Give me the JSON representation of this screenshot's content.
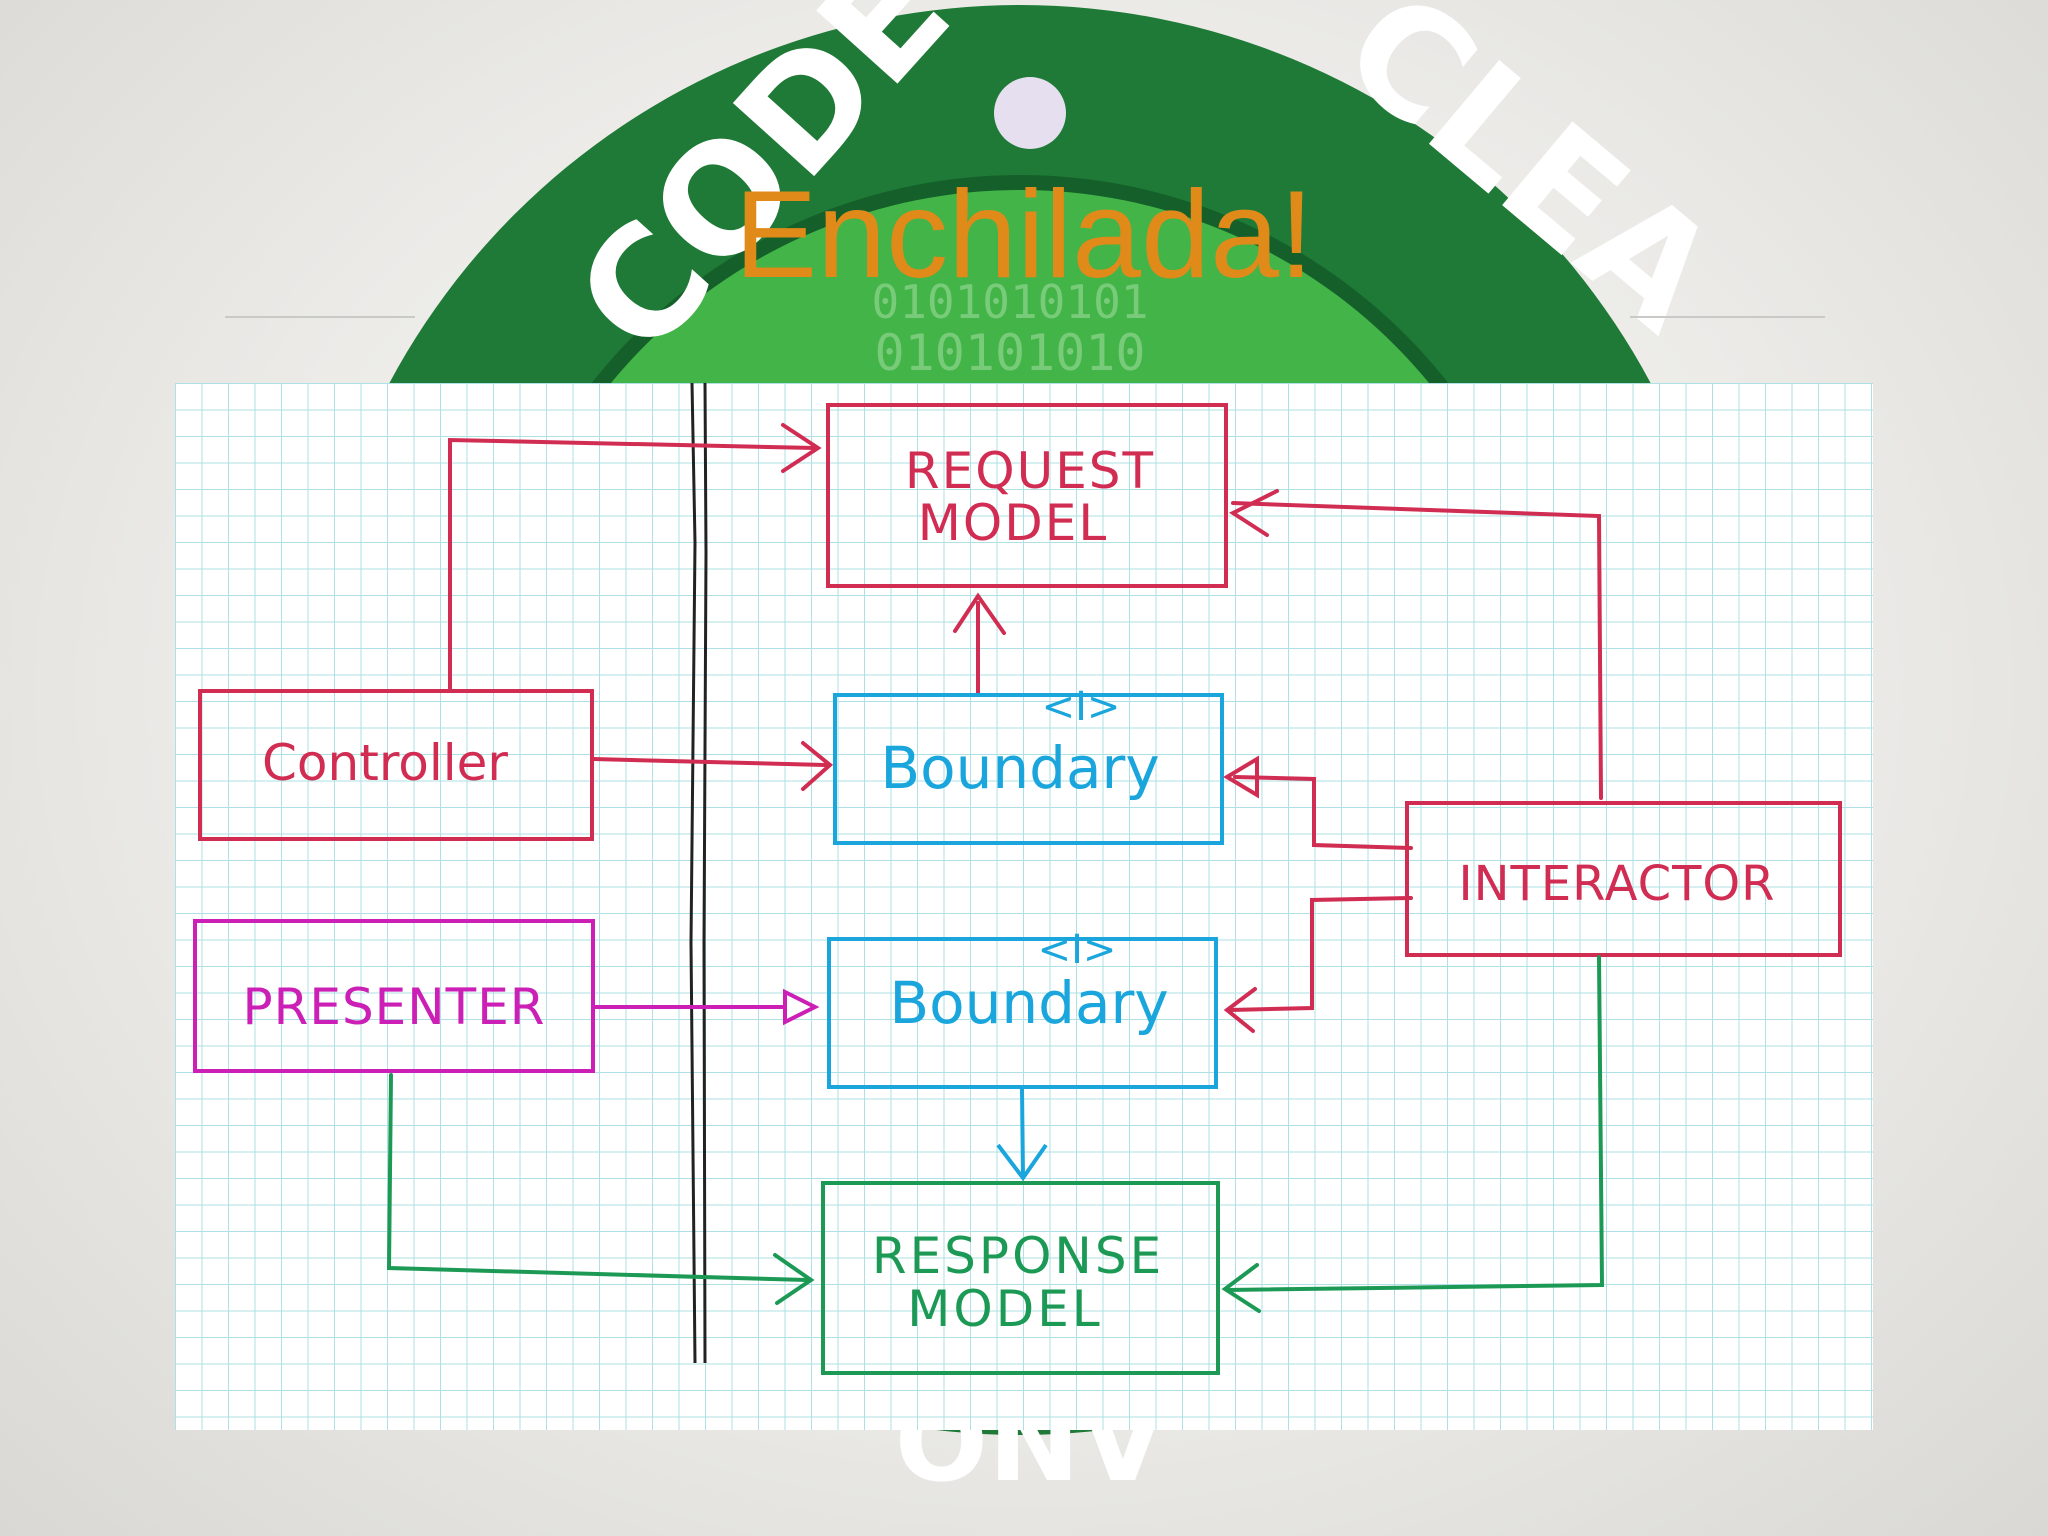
{
  "slide": {
    "title": "Enchilada!"
  },
  "badge": {
    "ring_text_left": "CODE",
    "ring_text_right": "CLEA",
    "ring_text_bottom": "ONV",
    "binary_line_1": "0101010101",
    "binary_line_2": "010101010",
    "colors": {
      "ring": "#1e7a36",
      "ring_dark": "#15602a",
      "center": "#43b447",
      "lettering": "#ffffff"
    }
  },
  "diagram": {
    "boxes": {
      "request_model": [
        "REQUEST",
        "MODEL"
      ],
      "controller": "Controller",
      "input_boundary": "Boundary",
      "input_boundary_stereotype": "<I>",
      "interactor": "INTERACTOR",
      "presenter": "PRESENTER",
      "output_boundary": "Boundary",
      "output_boundary_stereotype": "<I>",
      "response_model": [
        "RESPONSE",
        "MODEL"
      ]
    },
    "colors": {
      "red": "#d12c52",
      "blue": "#1aa6dc",
      "magenta": "#cc1fb6",
      "green": "#1c9a55",
      "grid": "#aee0e6",
      "paper": "#ffffff",
      "divider": "#222222"
    }
  }
}
